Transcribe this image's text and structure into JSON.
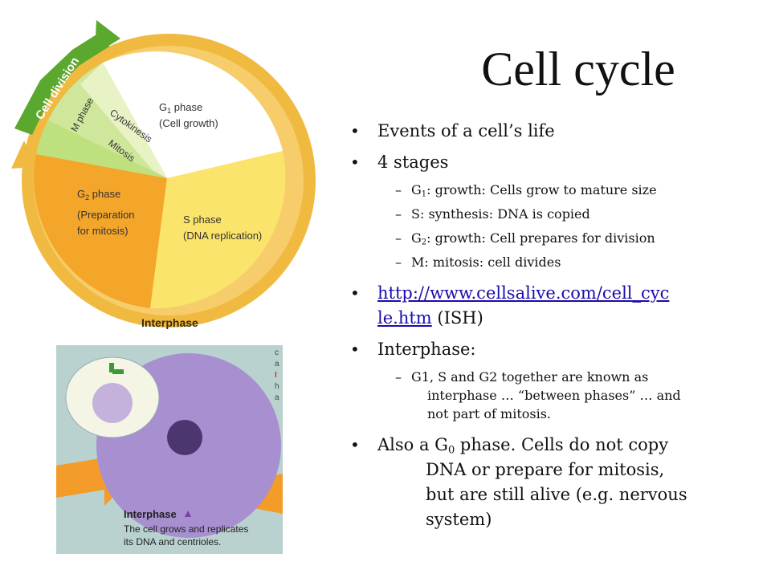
{
  "slide": {
    "title": "Cell cycle",
    "bullets": {
      "b1": "Events of a cell’s life",
      "b2": "4 stages",
      "s1_pre": "G",
      "s1_sub": "1",
      "s1_post": ": growth: Cells grow to mature size",
      "s2": "S: synthesis: DNA is copied",
      "s3_pre": "G",
      "s3_sub": "2",
      "s3_post": ": growth: Cell prepares for division",
      "s4": "M: mitosis: cell divides",
      "link_line1": "http://www.cellsalive.com/cell_cyc",
      "link_line2": "le.htm",
      "link_after": " (ISH)",
      "b4": "Interphase:",
      "s5_line1": "G1, S and G2 together are known as",
      "s5_line2": "interphase … “between phases” … and",
      "s5_line3": "not part of mitosis.",
      "b5_pre": "Also a G",
      "b5_sub": "0",
      "b5_post": " phase. Cells do not copy",
      "b5_line2": "DNA or prepare for mitosis,",
      "b5_line3": "but are still alive (e.g. nervous",
      "b5_line4": "system)"
    },
    "bullet_char": "•",
    "dash_char": "–"
  },
  "diagram": {
    "cell_division": "Cell division",
    "m_phase": "M phase",
    "cytokinesis": "Cytokinesis",
    "mitosis": "Mitosis",
    "g1_pre": "G",
    "g1_sub": "1",
    "g1_post": " phase",
    "g1_desc": "(Cell growth)",
    "s_phase": "S phase",
    "s_desc": "(DNA replication)",
    "g2_pre": "G",
    "g2_sub": "2",
    "g2_post": " phase",
    "g2_desc1": "(Preparation",
    "g2_desc2": "for mitosis)",
    "interphase": "Interphase"
  },
  "photo": {
    "caption_title": "Interphase",
    "caption_line1": "The cell grows and replicates",
    "caption_line2": "its DNA and centrioles.",
    "edge_text": [
      "c",
      "a",
      "I",
      "h",
      "a"
    ]
  },
  "colors": {
    "ring": "#f0b940",
    "g2": "#f4a62a",
    "s": "#fbe46b",
    "g1": "#ffffff",
    "m": "#cfe79b",
    "cyto": "#e8f3c5",
    "green": "#5aa82e",
    "photo_bg": "#b9d2cf",
    "cell": "#a88fd0"
  }
}
